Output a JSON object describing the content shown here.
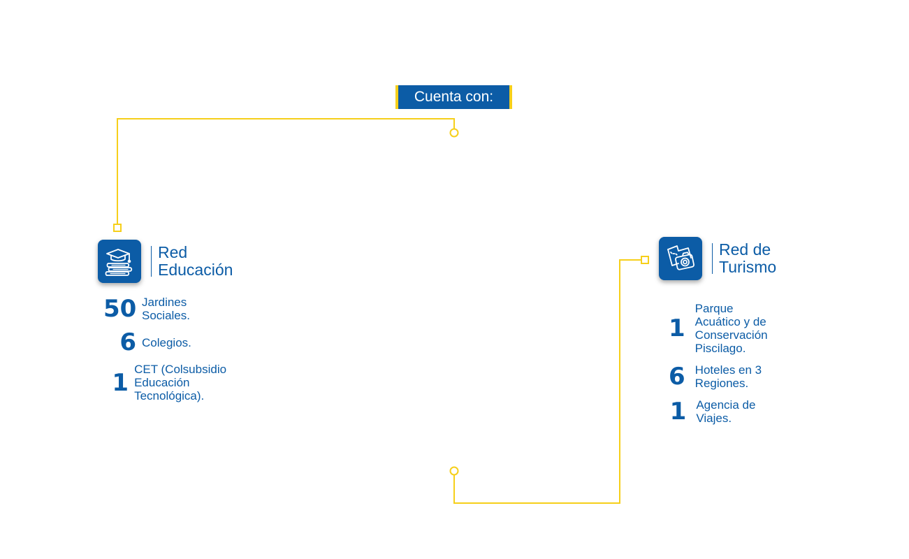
{
  "header": {
    "label": "Cuenta con:"
  },
  "colors": {
    "brand_blue": "#0c5ca6",
    "accent_yellow": "#f6cf1a",
    "background": "#ffffff"
  },
  "education": {
    "icon": "graduation-cap-books-icon",
    "title_line1": "Red",
    "title_line2": "Educación",
    "items": [
      {
        "number": "50",
        "line1": "Jardines Sociales.",
        "line2": ""
      },
      {
        "number": "6",
        "line1": "Colegios.",
        "line2": ""
      },
      {
        "number": "1",
        "line1": "CET (Colsubsidio",
        "line2": "Educación Tecnológica)."
      }
    ]
  },
  "tourism": {
    "icon": "map-camera-icon",
    "title_line1": "Red de",
    "title_line2": "Turismo",
    "items": [
      {
        "number": "1",
        "line1": "Parque Acuático y de",
        "line2": "Conservación Piscilago."
      },
      {
        "number": "6",
        "line1": "Hoteles en 3 Regiones.",
        "line2": ""
      },
      {
        "number": "1",
        "line1": "Agencia de Viajes.",
        "line2": ""
      }
    ]
  }
}
